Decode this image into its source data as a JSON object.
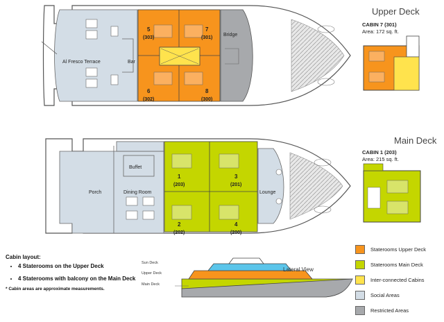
{
  "upper_deck": {
    "title": "Upper Deck",
    "areas": {
      "terrace": "Al Fresco Terrace",
      "bar": "Bar",
      "bridge": "Bridge"
    },
    "cabins": [
      {
        "num": "5",
        "code": "(303)"
      },
      {
        "num": "7",
        "code": "(301)"
      },
      {
        "num": "6",
        "code": "(302)"
      },
      {
        "num": "8",
        "code": "(300)"
      }
    ],
    "detail": {
      "name": "CABIN 7 (301)",
      "area": "Area:  172 sq. ft."
    }
  },
  "main_deck": {
    "title": "Main Deck",
    "areas": {
      "buffet": "Buffet",
      "porch": "Porch",
      "dining": "Dining Room",
      "lounge": "Lounge"
    },
    "cabins": [
      {
        "num": "1",
        "code": "(203)"
      },
      {
        "num": "3",
        "code": "(201)"
      },
      {
        "num": "2",
        "code": "(202)"
      },
      {
        "num": "4",
        "code": "(200)"
      }
    ],
    "detail": {
      "name": "CABIN 1 (203)",
      "area": "Area:  215 sq. ft."
    }
  },
  "cabin_layout": {
    "heading": "Cabin layout:",
    "items": [
      "4 Staterooms on the Upper Deck",
      "4 Staterooms with balcony on the Main Deck"
    ],
    "note": "* Cabin areas are approximate measurements."
  },
  "lateral_view": {
    "title": "Lateral View",
    "levels": [
      "Sun Deck",
      "Upper Deck",
      "Main Deck"
    ]
  },
  "legend": [
    {
      "label": "Staterooms Upper Deck",
      "color": "#f7941d"
    },
    {
      "label": "Staterooms Main Deck",
      "color": "#c4d600"
    },
    {
      "label": "Inter-connected Cabins",
      "color": "#ffe34d"
    },
    {
      "label": "Social Areas",
      "color": "#d3dde6"
    },
    {
      "label": "Restricted Areas",
      "color": "#a7a9ac"
    }
  ]
}
